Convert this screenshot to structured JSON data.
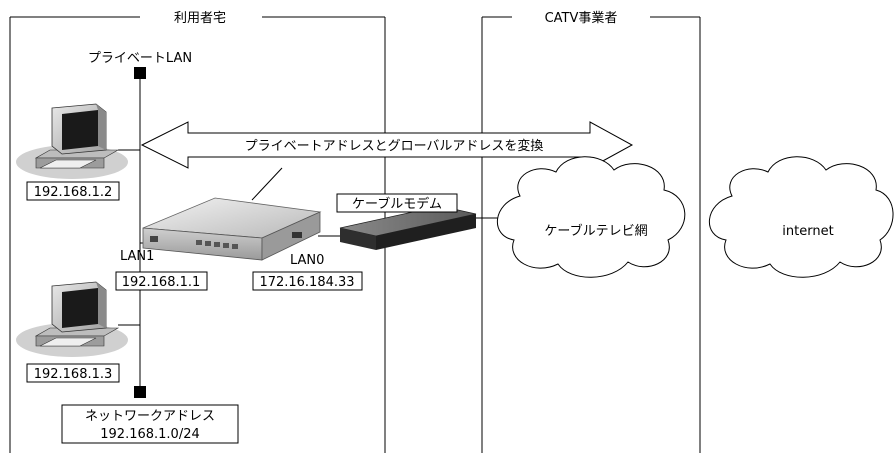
{
  "regions": {
    "user_premises": "利用者宅",
    "catv_provider": "CATV事業者"
  },
  "labels": {
    "private_lan": "プライベートLAN",
    "nat_banner": "プライベートアドレスとグローバルアドレスを変換",
    "cable_modem": "ケーブルモデム",
    "cable_tv_net": "ケーブルテレビ網",
    "internet": "internet",
    "lan1": "LAN1",
    "lan0": "LAN0",
    "network_address_title": "ネットワークアドレス",
    "network_address_value": "192.168.1.0/24"
  },
  "addresses": {
    "pc_top": "192.168.1.2",
    "pc_bottom": "192.168.1.3",
    "router_lan1": "192.168.1.1",
    "router_lan0": "172.16.184.33"
  },
  "colors": {
    "line": "#000000",
    "device_light": "#d9d9d9",
    "device_dark": "#555555",
    "modem": "#3a3a3a"
  }
}
